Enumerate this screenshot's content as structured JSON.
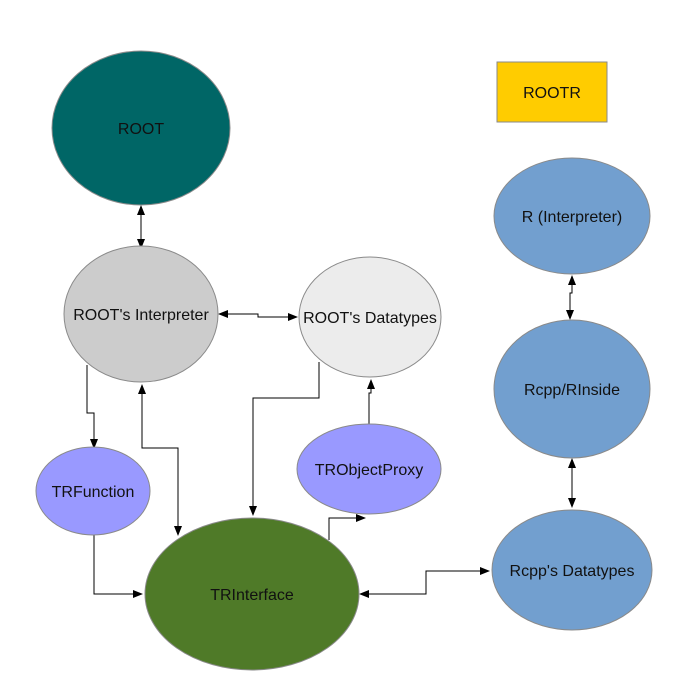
{
  "nodes": [
    {
      "id": "root",
      "label": "ROOT",
      "color": "#006666"
    },
    {
      "id": "root-interpreter",
      "label": "ROOT's Interpreter",
      "color": "#cccccc"
    },
    {
      "id": "root-datatypes",
      "label": "ROOT's Datatypes",
      "color": "#ececec"
    },
    {
      "id": "trfunction",
      "label": "TRFunction",
      "color": "#9999ff"
    },
    {
      "id": "trobjectproxy",
      "label": "TRObjectProxy",
      "color": "#9999ff"
    },
    {
      "id": "trinterface",
      "label": "TRInterface",
      "color": "#4f7a28"
    },
    {
      "id": "r-interpreter",
      "label": "R (Interpreter)",
      "color": "#729fcf"
    },
    {
      "id": "rcpp-rinside",
      "label": "Rcpp/RInside",
      "color": "#729fcf"
    },
    {
      "id": "rcpp-datatypes",
      "label": "Rcpp's Datatypes",
      "color": "#729fcf"
    }
  ],
  "legend": {
    "label": "ROOTR",
    "color": "#ffcc00"
  },
  "edges": [
    {
      "from": "root",
      "to": "root-interpreter",
      "direction": "both"
    },
    {
      "from": "root-interpreter",
      "to": "root-datatypes",
      "direction": "both"
    },
    {
      "from": "root-interpreter",
      "to": "trfunction",
      "direction": "forward"
    },
    {
      "from": "root-interpreter",
      "to": "trinterface",
      "direction": "both"
    },
    {
      "from": "root-datatypes",
      "to": "trinterface",
      "direction": "forward"
    },
    {
      "from": "trobjectproxy",
      "to": "root-datatypes",
      "direction": "forward"
    },
    {
      "from": "trinterface",
      "to": "trobjectproxy",
      "direction": "forward"
    },
    {
      "from": "trfunction",
      "to": "trinterface",
      "direction": "forward"
    },
    {
      "from": "trinterface",
      "to": "rcpp-datatypes",
      "direction": "both"
    },
    {
      "from": "r-interpreter",
      "to": "rcpp-rinside",
      "direction": "both"
    },
    {
      "from": "rcpp-rinside",
      "to": "rcpp-datatypes",
      "direction": "both"
    }
  ]
}
